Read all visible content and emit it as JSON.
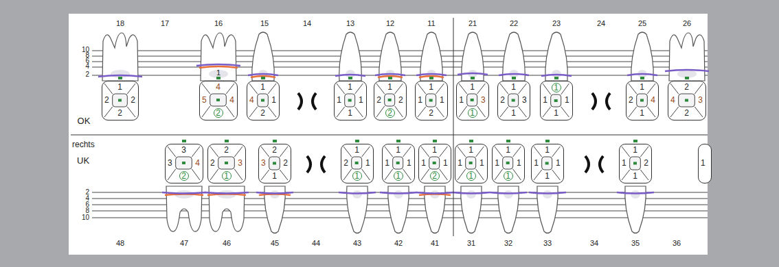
{
  "diagram": {
    "nodes": [
      {
        "text": [
          "1",
          "2",
          "2",
          "2"
        ]
      },
      {
        "text": [
          "4",
          "5",
          "4",
          "2"
        ]
      },
      {
        "text": [
          "1",
          "4",
          "1",
          "2"
        ]
      },
      {
        "text": [
          "1",
          "1",
          "1",
          "1"
        ]
      },
      {
        "text": [
          "1",
          "2",
          "2",
          "2"
        ]
      },
      {
        "text": [
          "1",
          "1",
          "1",
          "2"
        ]
      },
      {
        "text": [
          "1",
          "1",
          "3",
          "1"
        ]
      },
      {
        "text": [
          "1",
          "2",
          "3",
          "1"
        ]
      },
      {
        "text": [
          "1",
          "1",
          "1",
          "1"
        ]
      },
      {
        "text": [
          "1",
          "2",
          "4",
          "1"
        ]
      },
      {
        "text": [
          "2",
          "4",
          "3",
          "2"
        ]
      },
      {
        "text": [
          "3",
          "3",
          "4",
          "2"
        ]
      },
      {
        "text": [
          "2",
          "2",
          "3",
          "1"
        ]
      },
      {
        "text": [
          "2",
          "3",
          "2",
          "1"
        ]
      },
      {
        "text": [
          "1",
          "2",
          "1",
          "1"
        ]
      },
      {
        "text": [
          "1",
          "1",
          "1",
          "1"
        ]
      },
      {
        "text": [
          "1",
          "1",
          "1",
          "2"
        ]
      },
      {
        "text": [
          "1",
          "1",
          "1",
          "1"
        ]
      },
      {
        "text": [
          "1",
          "1",
          "1",
          "1"
        ]
      },
      {
        "text": [
          "1",
          "1",
          "1",
          "1"
        ]
      },
      {
        "text": [
          "1",
          "1",
          "2",
          "1"
        ]
      },
      {
        "text": [
          "1"
        ]
      }
    ],
    "labels": [
      "18",
      "17",
      "16",
      "15",
      "14",
      "13",
      "12",
      "11",
      "21",
      "22",
      "23",
      "24",
      "25",
      "26",
      "10",
      "8",
      "6",
      "4",
      "2",
      "1",
      "OK",
      "rechts",
      "UK",
      "2",
      "4",
      "6",
      "8",
      "10",
      "48",
      "47",
      "46",
      "45",
      "44",
      "43",
      "42",
      "41",
      "31",
      "32",
      "33",
      "34",
      "35",
      "36"
    ]
  }
}
